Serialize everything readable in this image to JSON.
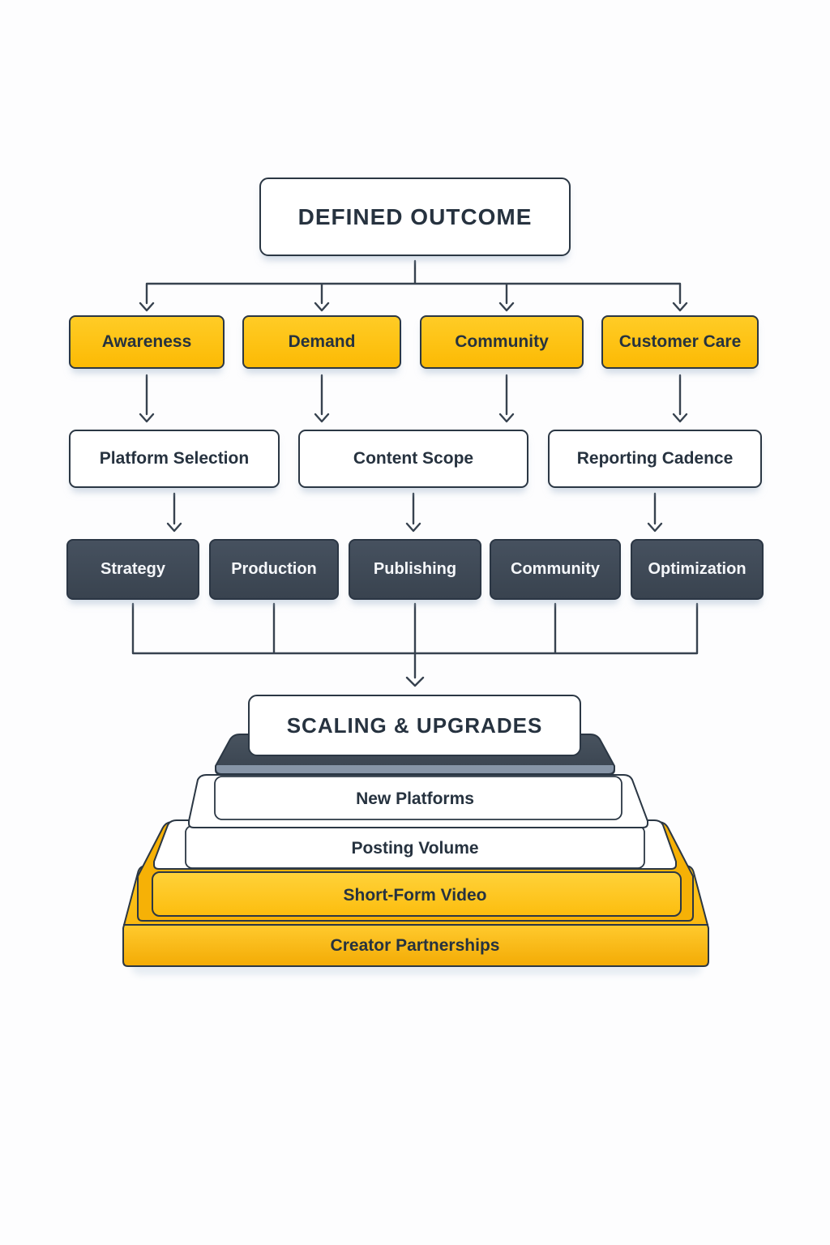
{
  "diagram_title": "social media program flowchart",
  "colors": {
    "accent_yellow": "#ffc41d",
    "dark_slate": "#3d4755",
    "outline_navy": "#2b3744",
    "text_dark": "#26323f",
    "text_light": "#f5f7fa",
    "background": "#fdfdfe"
  },
  "flowchart": {
    "outcome": {
      "label": "DEFINED OUTCOME"
    },
    "pillars": [
      {
        "label": "Awareness"
      },
      {
        "label": "Demand"
      },
      {
        "label": "Community"
      },
      {
        "label": "Customer Care"
      }
    ],
    "planning": [
      {
        "label": "Platform Selection"
      },
      {
        "label": "Content Scope"
      },
      {
        "label": "Reporting Cadence"
      }
    ],
    "workflow": [
      {
        "label": "Strategy"
      },
      {
        "label": "Production"
      },
      {
        "label": "Publishing"
      },
      {
        "label": "Community"
      },
      {
        "label": "Optimization"
      }
    ],
    "scaling": {
      "label": "SCALING & UPGRADES"
    },
    "pyramid": [
      {
        "label": "New Platforms"
      },
      {
        "label": "Posting Volume"
      },
      {
        "label": "Short-Form Video"
      },
      {
        "label": "Creator Partnerships"
      }
    ]
  }
}
